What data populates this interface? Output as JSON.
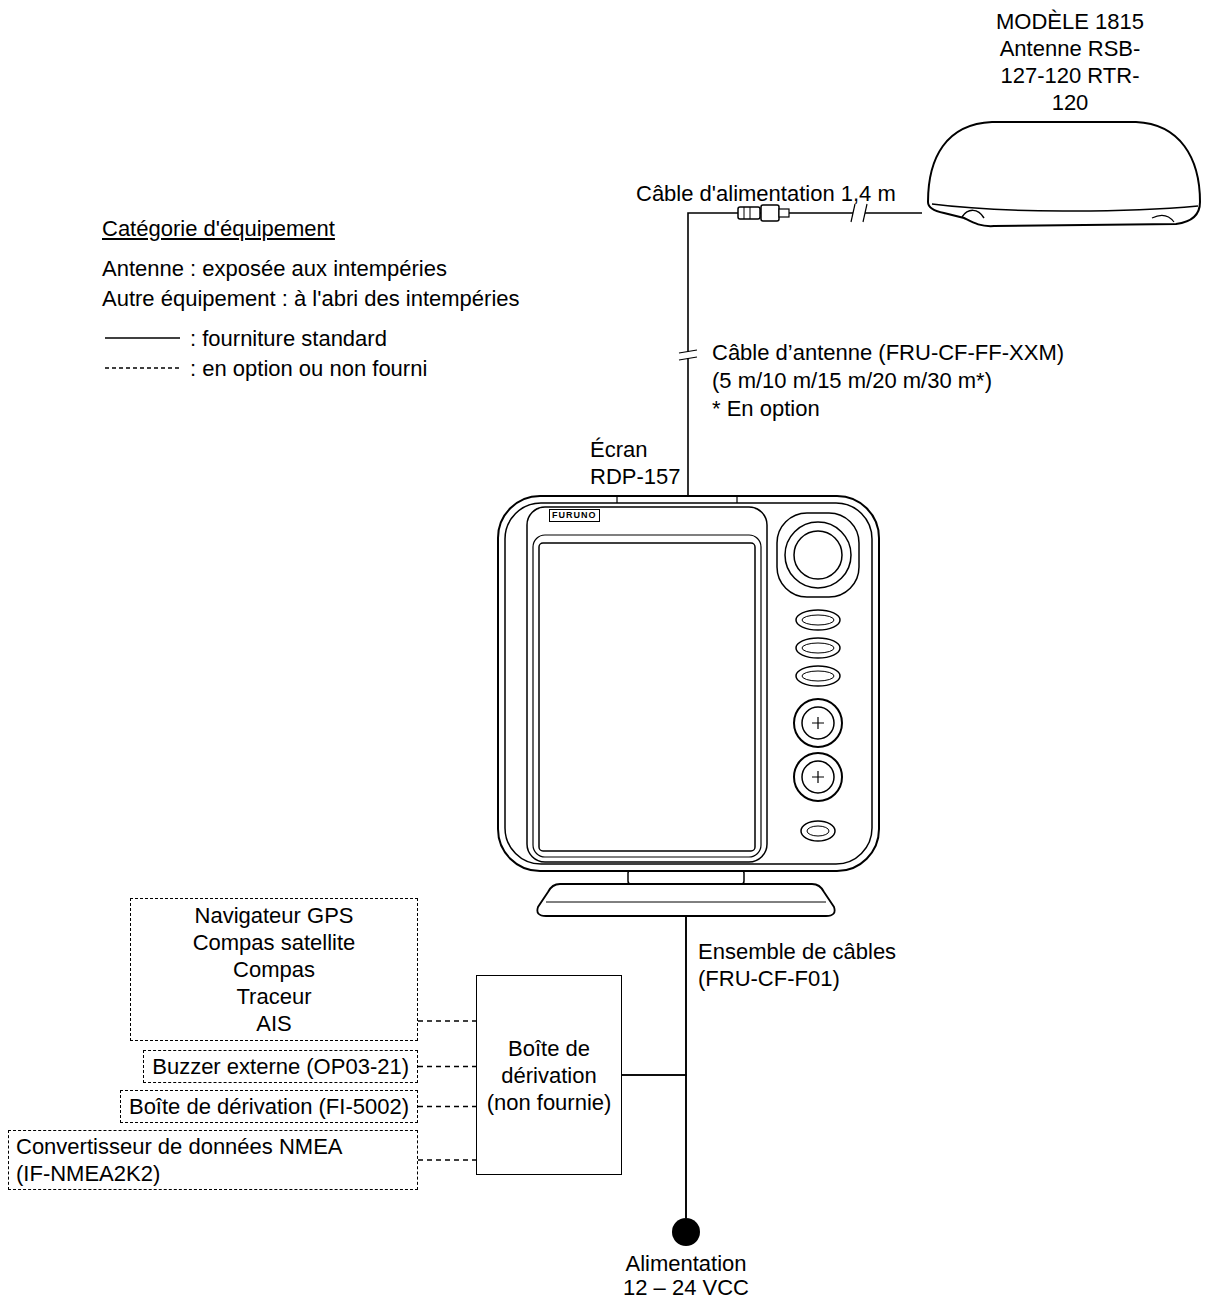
{
  "diagram": {
    "nodes": [
      {
        "text": [
          "MODÈLE 1815 Antenne RSB-127-120 RTR-120"
        ]
      },
      {
        "text": [
          "Écran RDP-157"
        ]
      },
      {
        "text": [
          "Navigateur GPS",
          "Compas satellite",
          "Compas",
          "Traceur",
          "AIS"
        ]
      },
      {
        "text": [
          "Buzzer externe (OP03-21)"
        ]
      },
      {
        "text": [
          "Boîte de dérivation (FI-5002)"
        ]
      },
      {
        "text": [
          "Convertisseur de données NMEA (IF-NMEA2K2)"
        ]
      },
      {
        "text": [
          "Boîte de dérivation (non fournie)"
        ]
      },
      {
        "text": [
          "Alimentation 12 – 24 VCC"
        ]
      }
    ],
    "edges": [
      {
        "from": 0,
        "to": 1,
        "arrow": "none"
      },
      {
        "from": 1,
        "to": 7,
        "arrow": "none"
      },
      {
        "from": 6,
        "to": 1,
        "arrow": "none"
      },
      {
        "from": 6,
        "to": 7,
        "arrow": "none"
      },
      {
        "from": 2,
        "to": 6,
        "arrow": "none"
      },
      {
        "from": 3,
        "to": 6,
        "arrow": "none"
      },
      {
        "from": 4,
        "to": 6,
        "arrow": "none"
      },
      {
        "from": 5,
        "to": 6,
        "arrow": "none"
      }
    ],
    "labels": [
      "Câble d'alimentation 1,4 m",
      "Catégorie d'équipement",
      "Antenne : exposée aux intempéries",
      "Autre équipement : à l'abri des intempéries",
      "Câble d’antenne (FRU-CF-FF-XXM)",
      "(5 m/10 m/15 m/20 m/30 m*)",
      "* En option",
      "Ensemble de câbles (FRU-CF-F01)",
      "FURUNO"
    ],
    "legend": [
      {
        "text": ": fourniture standard"
      },
      {
        "text": ": en option ou non fourni"
      }
    ]
  }
}
